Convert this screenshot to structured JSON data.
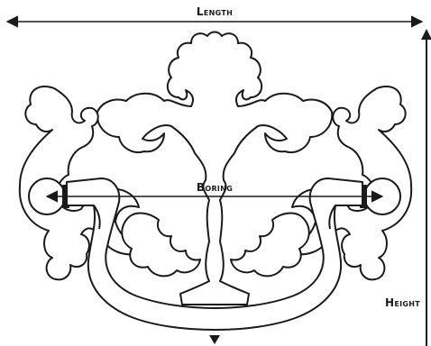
{
  "labels": {
    "length": "Length",
    "boring": "Boring",
    "height": "Height"
  },
  "colors": {
    "stroke": "#1a1a1a",
    "background": "#ffffff"
  }
}
